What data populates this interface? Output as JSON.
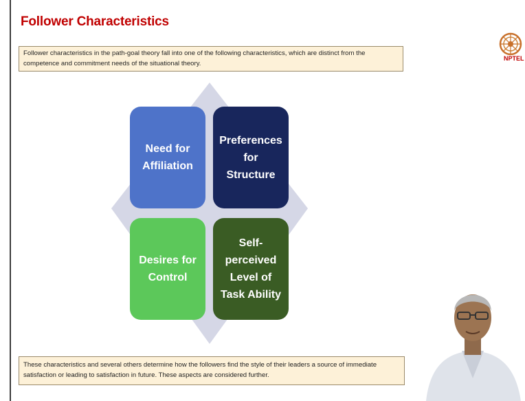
{
  "slide": {
    "title": "Follower Characteristics",
    "intro_text": "Follower characteristics in the path-goal theory fall into one of the following characteristics, which are distinct from the competence and commitment needs of the situational theory.",
    "outro_text": "These characteristics and several others determine how the followers find the style of their leaders a source of immediate satisfaction or leading to satisfaction in future. These aspects are considered further."
  },
  "logo": {
    "label": "NPTEL"
  },
  "diagram": {
    "tiles": [
      {
        "label": "Need for\nAffiliation",
        "color": "#4e73c9"
      },
      {
        "label": "Preferences\nfor\nStructure",
        "color": "#18265c"
      },
      {
        "label": "Desires for\nControl",
        "color": "#5cc85a"
      },
      {
        "label": "Self-\nperceived\nLevel of\nTask Ability",
        "color": "#3a5c24"
      }
    ],
    "diamond_color": "#d5d7e6"
  },
  "colors": {
    "title": "#c00000",
    "textbox_bg": "#fdf1d8"
  }
}
